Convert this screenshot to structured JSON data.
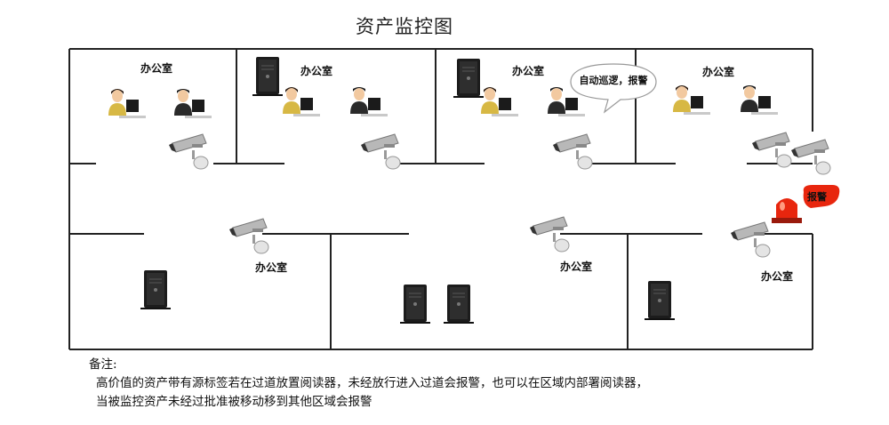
{
  "title": "资产监控图",
  "rooms": [
    {
      "label": "办公室"
    },
    {
      "label": "办公室"
    },
    {
      "label": "办公室"
    },
    {
      "label": "办公室"
    },
    {
      "label": "办公室"
    },
    {
      "label": "办公室"
    },
    {
      "label": "办公室"
    }
  ],
  "patrol_bubble": "自动巡逻，报警",
  "alarm_badge": "报警",
  "notes": {
    "head": "备注:",
    "line1": "高价值的资产带有源标签若在过道放置阅读器，未经放行进入过道会报警，也可以在区域内部署阅读器，",
    "line2": "当被监控资产未经过批准被移动移到其他区域会报警"
  },
  "colors": {
    "walls": "#222222",
    "alarm_light": "#e8260e",
    "bubble_fill": "#ffffff"
  },
  "icons": [
    "security-camera-icon",
    "office-worker-icon",
    "server-tower-icon",
    "alarm-light-icon"
  ]
}
